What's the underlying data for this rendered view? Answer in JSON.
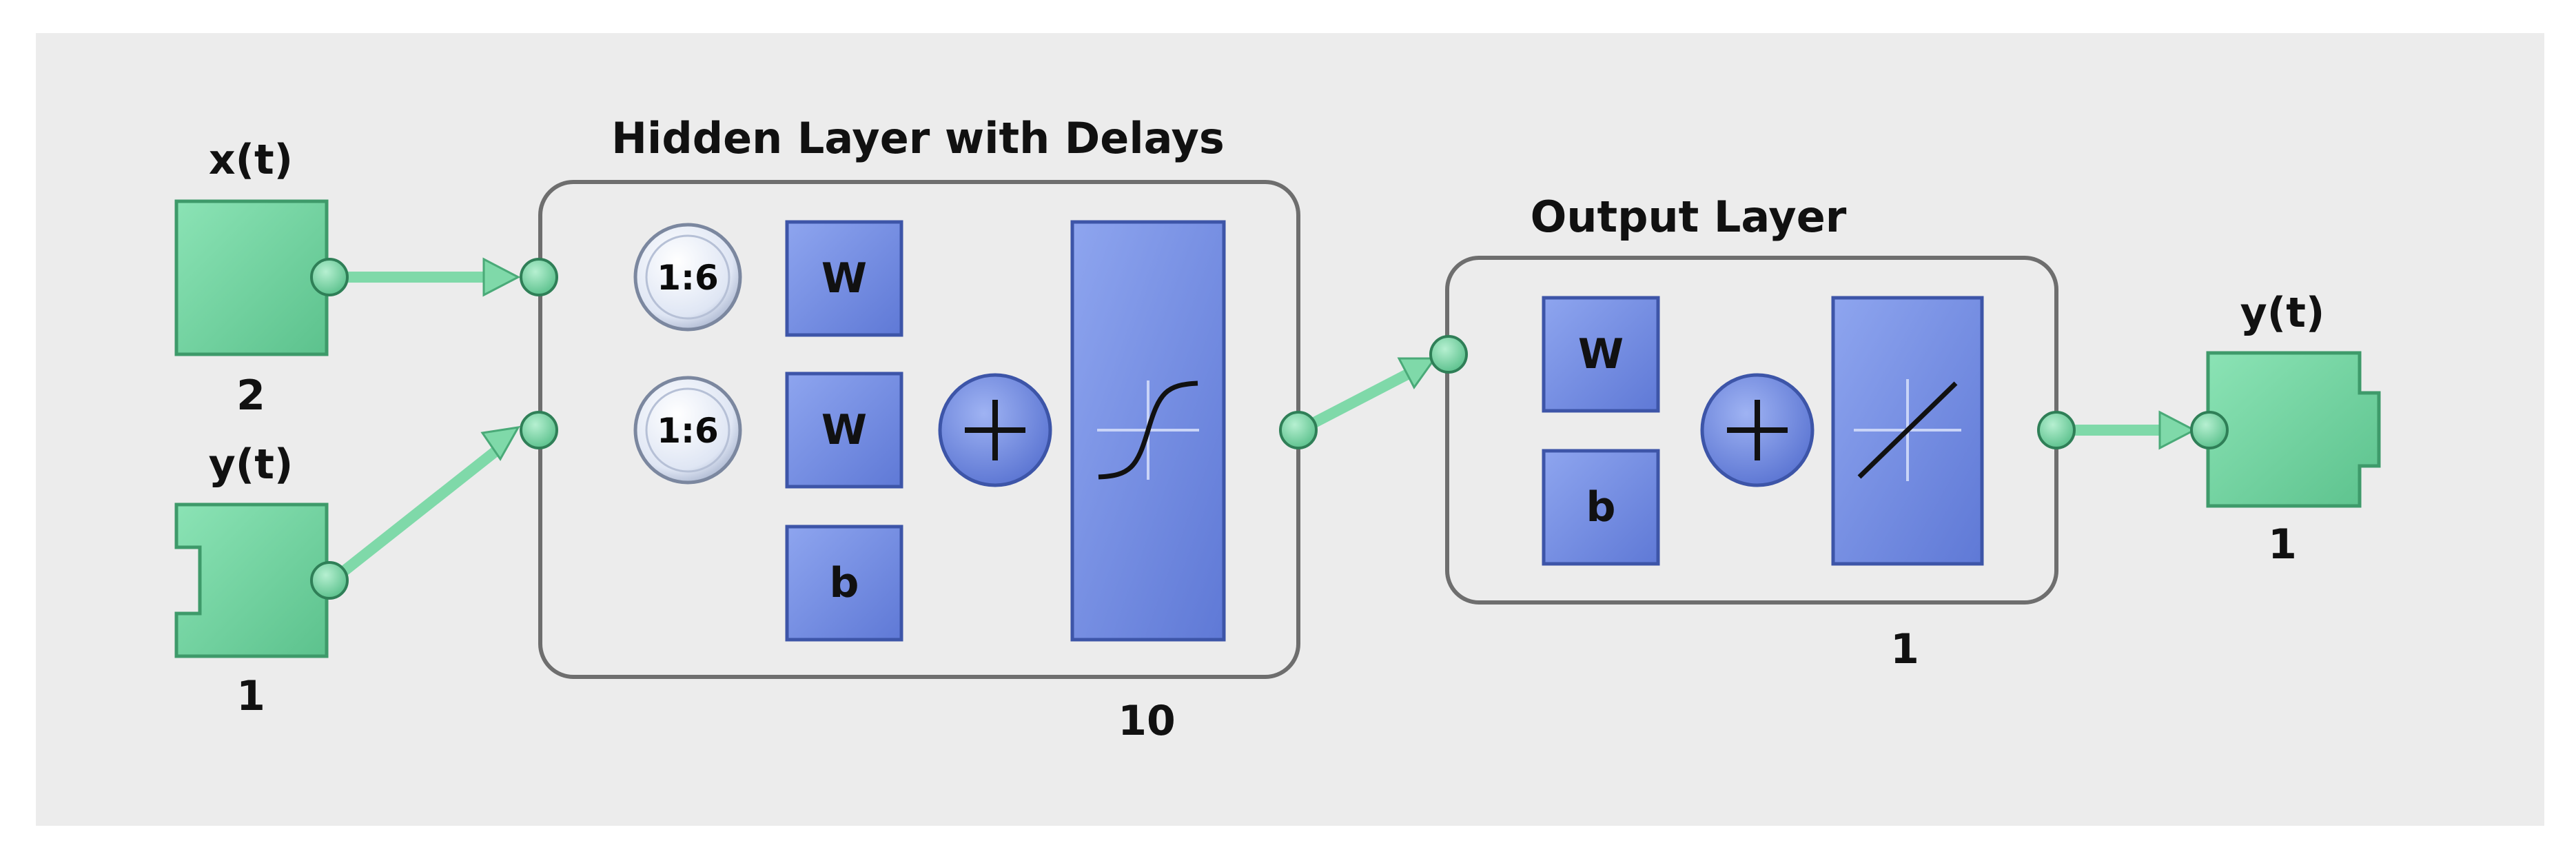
{
  "colors": {
    "background": "#ececec",
    "node_green": "#74d3a2",
    "wire_green": "#7fd9a9",
    "block_blue": "#6f8ae0",
    "layer_border": "#6e6e6e"
  },
  "inputs": {
    "x": {
      "label": "x(t)",
      "size": "2"
    },
    "y": {
      "label": "y(t)",
      "size": "1"
    }
  },
  "hidden_layer": {
    "title": "Hidden Layer with Delays",
    "delay_x": "1:6",
    "delay_y": "1:6",
    "weight_x": "W",
    "weight_y": "W",
    "bias": "b",
    "sum_icon": "plus-icon",
    "transfer_icon": "tansig-curve-icon",
    "size": "10"
  },
  "output_layer": {
    "title": "Output Layer",
    "weight": "W",
    "bias": "b",
    "sum_icon": "plus-icon",
    "transfer_icon": "purelin-line-icon",
    "size": "1"
  },
  "output": {
    "label": "y(t)",
    "size": "1"
  }
}
